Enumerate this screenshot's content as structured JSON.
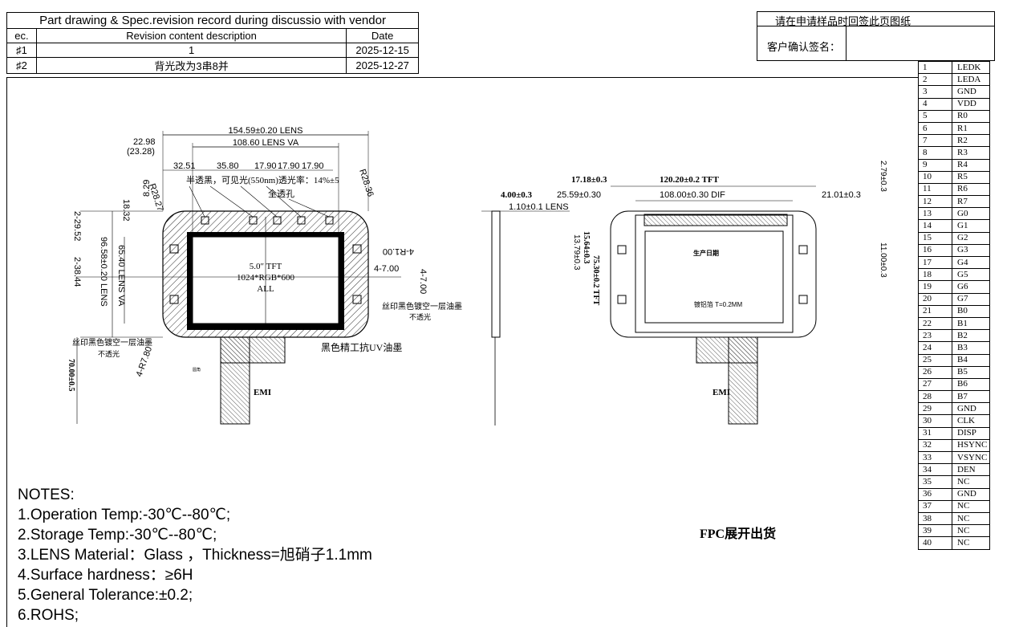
{
  "revision": {
    "title": "Part drawing & Spec.revision record during discussio with vendor",
    "headers": {
      "rev": "ec.",
      "desc": "Revision content description",
      "date": "Date"
    },
    "rows": [
      {
        "rev": "♯1",
        "desc": "1",
        "date": "2025-12-15"
      },
      {
        "rev": "♯2",
        "desc": "背光改为3串8并",
        "date": "2025-12-27"
      }
    ]
  },
  "signoff": {
    "instruction": "请在申请样品时回签此页图纸",
    "label": "客户确认签名："
  },
  "pins": [
    {
      "n": "1",
      "s": "LEDK"
    },
    {
      "n": "2",
      "s": "LEDA"
    },
    {
      "n": "3",
      "s": "GND"
    },
    {
      "n": "4",
      "s": "VDD"
    },
    {
      "n": "5",
      "s": "R0"
    },
    {
      "n": "6",
      "s": "R1"
    },
    {
      "n": "7",
      "s": "R2"
    },
    {
      "n": "8",
      "s": "R3"
    },
    {
      "n": "9",
      "s": "R4"
    },
    {
      "n": "10",
      "s": "R5"
    },
    {
      "n": "11",
      "s": "R6"
    },
    {
      "n": "12",
      "s": "R7"
    },
    {
      "n": "13",
      "s": "G0"
    },
    {
      "n": "14",
      "s": "G1"
    },
    {
      "n": "15",
      "s": "G2"
    },
    {
      "n": "16",
      "s": "G3"
    },
    {
      "n": "17",
      "s": "G4"
    },
    {
      "n": "18",
      "s": "G5"
    },
    {
      "n": "19",
      "s": "G6"
    },
    {
      "n": "20",
      "s": "G7"
    },
    {
      "n": "21",
      "s": "B0"
    },
    {
      "n": "22",
      "s": "B1"
    },
    {
      "n": "23",
      "s": "B2"
    },
    {
      "n": "24",
      "s": "B3"
    },
    {
      "n": "25",
      "s": "B4"
    },
    {
      "n": "26",
      "s": "B5"
    },
    {
      "n": "27",
      "s": "B6"
    },
    {
      "n": "28",
      "s": "B7"
    },
    {
      "n": "29",
      "s": "GND"
    },
    {
      "n": "30",
      "s": "CLK"
    },
    {
      "n": "31",
      "s": "DISP"
    },
    {
      "n": "32",
      "s": "HSYNC"
    },
    {
      "n": "33",
      "s": "VSYNC"
    },
    {
      "n": "34",
      "s": "DEN"
    },
    {
      "n": "35",
      "s": "NC"
    },
    {
      "n": "36",
      "s": "GND"
    },
    {
      "n": "37",
      "s": "NC"
    },
    {
      "n": "38",
      "s": "NC"
    },
    {
      "n": "39",
      "s": "NC"
    },
    {
      "n": "40",
      "s": "NC"
    }
  ],
  "notes": {
    "title": "NOTES:",
    "items": [
      "1.Operation Temp:-30℃--80℃;",
      "2.Storage Temp:-30℃--80℃;",
      "3.LENS Material：Glass ，Thickness=旭硝子1.1mm",
      "4.Surface hardness：≥6H",
      "5.General Tolerance:±0.2;",
      "6.ROHS;"
    ]
  },
  "front": {
    "lens_w": "154.59±0.20 LENS",
    "lens_va_w": "108.60 LENS VA",
    "d1": "22.98",
    "d1b": "(23.28)",
    "d2": "32.51",
    "d3": "35.80",
    "d4": "17.90",
    "d5": "17.90",
    "d6": "17.90",
    "r_left": "R28.27",
    "r_right": "R28.36",
    "semi": "半透黑，可见光(550nm)透光率：14%±5",
    "full_hole": "全透孔",
    "d_829": "8.29",
    "d_1832": "18.32",
    "d_2952": "2-29.52",
    "d_3844": "2-38.44",
    "lens_h": "96.58±0.20 LENS",
    "lens_va_h": "65.40 LENS VA",
    "lcd1": "5.0″ TFT",
    "lcd2": "1024*RGB*600",
    "lcd3": "ALL",
    "d_r100": "4-R1.00",
    "d_700": "4-7.00",
    "d_700v": "4-7.00",
    "silk_right": "丝印黑色镀空一层油墨",
    "opaque": "不透光",
    "silk_left": "丝印黑色镀空一层油墨",
    "opaque2": "不透光",
    "uv_ink": "黑色精工抗UV油墨",
    "r_bottom": "4-R7.80",
    "fpc_h": "70.00±0.5",
    "emi": "EMI",
    "rounded": "圆角"
  },
  "side": {
    "t1": "4.00±0.3",
    "t2": "1.10±0.1 LENS"
  },
  "back": {
    "d_1718": "17.18±0.3",
    "d_12020": "120.20±0.2 TFT",
    "d_2559": "25.59±0.30",
    "d_10800": "108.00±0.30 DIF",
    "d_2101": "21.01±0.3",
    "d_279": "2.79±0.3",
    "d_1100": "11.00±0.3",
    "d_1564": "15.64±0.3",
    "d_1379": "13.79±0.3",
    "d_7530": "75.30±0.2 TFT",
    "prod_date": "生产日期",
    "foil": "镀铝箔 T=0.2MM",
    "emi": "EMI",
    "fpc_note": "FPC展开出货"
  }
}
